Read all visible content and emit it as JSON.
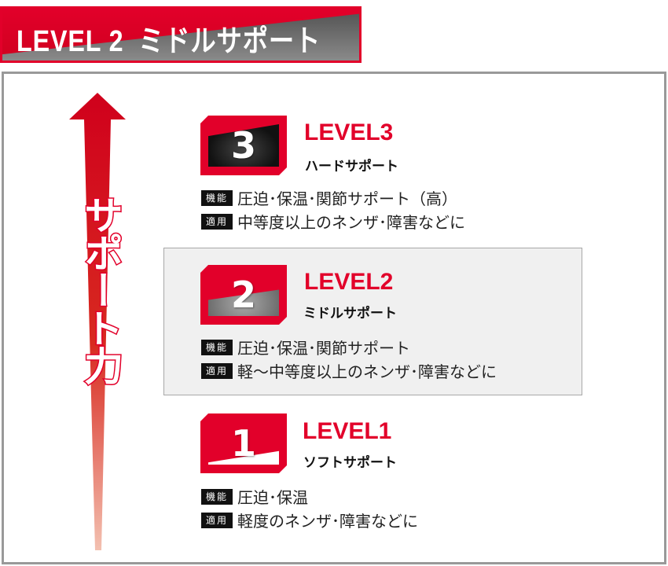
{
  "header": {
    "level": "LEVEL 2",
    "name": "ミドルサポート"
  },
  "axis_label": "サポート力",
  "levels": [
    {
      "number": "3",
      "title": "LEVEL3",
      "subtitle": "ハードサポート",
      "function_label": "機能",
      "function": "圧迫･保温･関節サポート（高）",
      "use_label": "適用",
      "use": "中等度以上のネンザ･障害などに"
    },
    {
      "number": "2",
      "title": "LEVEL2",
      "subtitle": "ミドルサポート",
      "function_label": "機能",
      "function": "圧迫･保温･関節サポート",
      "use_label": "適用",
      "use": "軽～中等度以上のネンザ･障害などに",
      "highlighted": true
    },
    {
      "number": "1",
      "title": "LEVEL1",
      "subtitle": "ソフトサポート",
      "function_label": "機能",
      "function": "圧迫･保温",
      "use_label": "適用",
      "use": "軽度のネンザ･障害などに"
    }
  ],
  "colors": {
    "accent": "#e2002a",
    "highlight_bg": "#f0f0f0",
    "frame": "#999999"
  }
}
